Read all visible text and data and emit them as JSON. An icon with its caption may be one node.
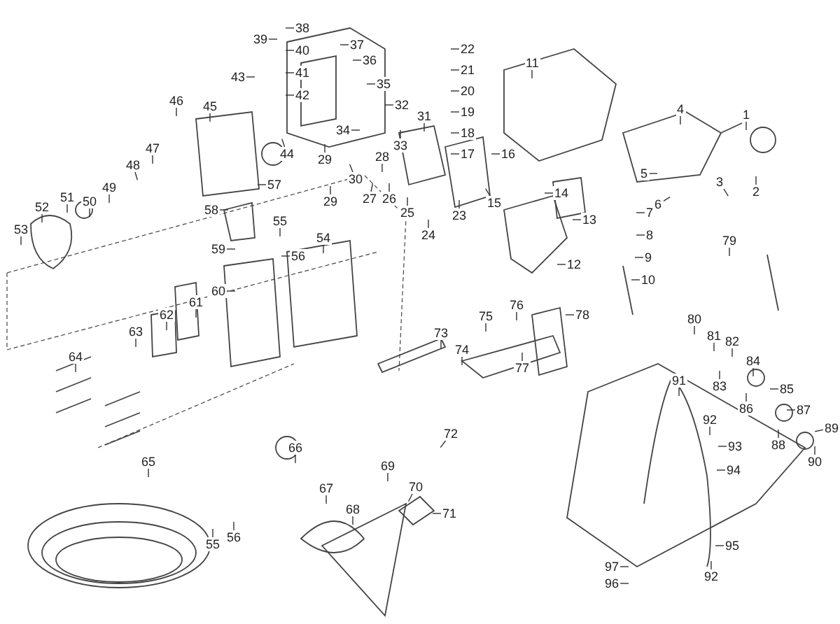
{
  "diagram": {
    "nodes": [
      {
        "text": [
          "1"
        ]
      },
      {
        "text": [
          "2"
        ]
      },
      {
        "text": [
          "3"
        ]
      },
      {
        "text": [
          "4"
        ]
      },
      {
        "text": [
          "5"
        ]
      },
      {
        "text": [
          "6"
        ]
      },
      {
        "text": [
          "7"
        ]
      },
      {
        "text": [
          "8"
        ]
      },
      {
        "text": [
          "9"
        ]
      },
      {
        "text": [
          "10"
        ]
      },
      {
        "text": [
          "11"
        ]
      },
      {
        "text": [
          "12"
        ]
      },
      {
        "text": [
          "13"
        ]
      },
      {
        "text": [
          "14"
        ]
      },
      {
        "text": [
          "15"
        ]
      },
      {
        "text": [
          "16"
        ]
      },
      {
        "text": [
          "17"
        ]
      },
      {
        "text": [
          "18"
        ]
      },
      {
        "text": [
          "19"
        ]
      },
      {
        "text": [
          "20"
        ]
      },
      {
        "text": [
          "21"
        ]
      },
      {
        "text": [
          "22"
        ]
      },
      {
        "text": [
          "23"
        ]
      },
      {
        "text": [
          "24"
        ]
      },
      {
        "text": [
          "25"
        ]
      },
      {
        "text": [
          "26"
        ]
      },
      {
        "text": [
          "27"
        ]
      },
      {
        "text": [
          "28"
        ]
      },
      {
        "text": [
          "29"
        ]
      },
      {
        "text": [
          "30"
        ]
      },
      {
        "text": [
          "31"
        ]
      },
      {
        "text": [
          "32"
        ]
      },
      {
        "text": [
          "33"
        ]
      },
      {
        "text": [
          "34"
        ]
      },
      {
        "text": [
          "35"
        ]
      },
      {
        "text": [
          "36"
        ]
      },
      {
        "text": [
          "37"
        ]
      },
      {
        "text": [
          "38"
        ]
      },
      {
        "text": [
          "39"
        ]
      },
      {
        "text": [
          "40"
        ]
      },
      {
        "text": [
          "41"
        ]
      },
      {
        "text": [
          "42"
        ]
      },
      {
        "text": [
          "43"
        ]
      },
      {
        "text": [
          "44"
        ]
      },
      {
        "text": [
          "45"
        ]
      },
      {
        "text": [
          "46"
        ]
      },
      {
        "text": [
          "47"
        ]
      },
      {
        "text": [
          "48"
        ]
      },
      {
        "text": [
          "49"
        ]
      },
      {
        "text": [
          "50"
        ]
      },
      {
        "text": [
          "51"
        ]
      },
      {
        "text": [
          "52"
        ]
      },
      {
        "text": [
          "53"
        ]
      },
      {
        "text": [
          "54"
        ]
      },
      {
        "text": [
          "55"
        ]
      },
      {
        "text": [
          "56"
        ]
      },
      {
        "text": [
          "57"
        ]
      },
      {
        "text": [
          "58"
        ]
      },
      {
        "text": [
          "59"
        ]
      },
      {
        "text": [
          "60"
        ]
      },
      {
        "text": [
          "61"
        ]
      },
      {
        "text": [
          "62"
        ]
      },
      {
        "text": [
          "63"
        ]
      },
      {
        "text": [
          "64"
        ]
      },
      {
        "text": [
          "65"
        ]
      },
      {
        "text": [
          "66"
        ]
      },
      {
        "text": [
          "67"
        ]
      },
      {
        "text": [
          "68"
        ]
      },
      {
        "text": [
          "69"
        ]
      },
      {
        "text": [
          "70"
        ]
      },
      {
        "text": [
          "71"
        ]
      },
      {
        "text": [
          "72"
        ]
      },
      {
        "text": [
          "73"
        ]
      },
      {
        "text": [
          "74"
        ]
      },
      {
        "text": [
          "75"
        ]
      },
      {
        "text": [
          "76"
        ]
      },
      {
        "text": [
          "77"
        ]
      },
      {
        "text": [
          "78"
        ]
      },
      {
        "text": [
          "79"
        ]
      },
      {
        "text": [
          "80"
        ]
      },
      {
        "text": [
          "81"
        ]
      },
      {
        "text": [
          "82"
        ]
      },
      {
        "text": [
          "83"
        ]
      },
      {
        "text": [
          "84"
        ]
      },
      {
        "text": [
          "85"
        ]
      },
      {
        "text": [
          "86"
        ]
      },
      {
        "text": [
          "87"
        ]
      },
      {
        "text": [
          "88"
        ]
      },
      {
        "text": [
          "89"
        ]
      },
      {
        "text": [
          "90"
        ]
      },
      {
        "text": [
          "91"
        ]
      },
      {
        "text": [
          "92"
        ]
      },
      {
        "text": [
          "93"
        ]
      },
      {
        "text": [
          "94"
        ]
      },
      {
        "text": [
          "95"
        ]
      },
      {
        "text": [
          "96"
        ]
      },
      {
        "text": [
          "97"
        ]
      },
      {
        "text": [
          "29"
        ]
      },
      {
        "text": [
          "55"
        ]
      },
      {
        "text": [
          "56"
        ]
      },
      {
        "text": [
          "92"
        ]
      }
    ],
    "edges": [
      {
        "from": 0,
        "to": null,
        "arrow": "none"
      },
      {
        "from": 1,
        "to": null,
        "arrow": "none"
      },
      {
        "from": 2,
        "to": null,
        "arrow": "none"
      },
      {
        "from": 3,
        "to": null,
        "arrow": "none"
      },
      {
        "from": 4,
        "to": null,
        "arrow": "none"
      },
      {
        "from": 5,
        "to": null,
        "arrow": "none"
      },
      {
        "from": 6,
        "to": null,
        "arrow": "none"
      },
      {
        "from": 7,
        "to": null,
        "arrow": "none"
      },
      {
        "from": 8,
        "to": null,
        "arrow": "none"
      },
      {
        "from": 9,
        "to": null,
        "arrow": "none"
      },
      {
        "from": 10,
        "to": null,
        "arrow": "none"
      },
      {
        "from": 11,
        "to": null,
        "arrow": "none"
      },
      {
        "from": 12,
        "to": null,
        "arrow": "none"
      },
      {
        "from": 13,
        "to": null,
        "arrow": "none"
      },
      {
        "from": 14,
        "to": null,
        "arrow": "none"
      },
      {
        "from": 15,
        "to": null,
        "arrow": "none"
      },
      {
        "from": 16,
        "to": null,
        "arrow": "none"
      },
      {
        "from": 17,
        "to": null,
        "arrow": "none"
      },
      {
        "from": 18,
        "to": null,
        "arrow": "none"
      },
      {
        "from": 19,
        "to": null,
        "arrow": "none"
      },
      {
        "from": 20,
        "to": null,
        "arrow": "none"
      },
      {
        "from": 21,
        "to": null,
        "arrow": "none"
      },
      {
        "from": 22,
        "to": null,
        "arrow": "none"
      },
      {
        "from": 23,
        "to": null,
        "arrow": "none"
      },
      {
        "from": 24,
        "to": null,
        "arrow": "none"
      },
      {
        "from": 25,
        "to": null,
        "arrow": "none"
      },
      {
        "from": 26,
        "to": null,
        "arrow": "none"
      },
      {
        "from": 27,
        "to": null,
        "arrow": "none"
      },
      {
        "from": 28,
        "to": null,
        "arrow": "none"
      },
      {
        "from": 29,
        "to": null,
        "arrow": "none"
      },
      {
        "from": 30,
        "to": null,
        "arrow": "none"
      },
      {
        "from": 31,
        "to": null,
        "arrow": "none"
      },
      {
        "from": 32,
        "to": null,
        "arrow": "none"
      },
      {
        "from": 33,
        "to": null,
        "arrow": "none"
      },
      {
        "from": 34,
        "to": null,
        "arrow": "none"
      },
      {
        "from": 35,
        "to": null,
        "arrow": "none"
      },
      {
        "from": 36,
        "to": null,
        "arrow": "none"
      },
      {
        "from": 37,
        "to": null,
        "arrow": "none"
      },
      {
        "from": 38,
        "to": null,
        "arrow": "none"
      },
      {
        "from": 39,
        "to": null,
        "arrow": "none"
      },
      {
        "from": 40,
        "to": null,
        "arrow": "none"
      },
      {
        "from": 41,
        "to": null,
        "arrow": "none"
      },
      {
        "from": 42,
        "to": null,
        "arrow": "none"
      },
      {
        "from": 43,
        "to": null,
        "arrow": "none"
      },
      {
        "from": 44,
        "to": null,
        "arrow": "none"
      },
      {
        "from": 45,
        "to": null,
        "arrow": "none"
      },
      {
        "from": 46,
        "to": null,
        "arrow": "none"
      },
      {
        "from": 47,
        "to": null,
        "arrow": "none"
      },
      {
        "from": 48,
        "to": null,
        "arrow": "none"
      },
      {
        "from": 49,
        "to": null,
        "arrow": "none"
      },
      {
        "from": 50,
        "to": null,
        "arrow": "none"
      },
      {
        "from": 51,
        "to": null,
        "arrow": "none"
      },
      {
        "from": 52,
        "to": null,
        "arrow": "none"
      },
      {
        "from": 53,
        "to": null,
        "arrow": "none"
      },
      {
        "from": 54,
        "to": null,
        "arrow": "none"
      },
      {
        "from": 55,
        "to": null,
        "arrow": "none"
      },
      {
        "from": 56,
        "to": null,
        "arrow": "none"
      },
      {
        "from": 57,
        "to": null,
        "arrow": "none"
      },
      {
        "from": 58,
        "to": null,
        "arrow": "none"
      },
      {
        "from": 59,
        "to": null,
        "arrow": "none"
      },
      {
        "from": 60,
        "to": null,
        "arrow": "none"
      },
      {
        "from": 61,
        "to": null,
        "arrow": "none"
      },
      {
        "from": 62,
        "to": null,
        "arrow": "none"
      },
      {
        "from": 63,
        "to": null,
        "arrow": "none"
      },
      {
        "from": 64,
        "to": null,
        "arrow": "none"
      },
      {
        "from": 65,
        "to": null,
        "arrow": "none"
      },
      {
        "from": 66,
        "to": null,
        "arrow": "none"
      },
      {
        "from": 67,
        "to": null,
        "arrow": "none"
      },
      {
        "from": 68,
        "to": null,
        "arrow": "none"
      },
      {
        "from": 69,
        "to": null,
        "arrow": "none"
      },
      {
        "from": 70,
        "to": null,
        "arrow": "none"
      },
      {
        "from": 71,
        "to": null,
        "arrow": "none"
      },
      {
        "from": 72,
        "to": null,
        "arrow": "none"
      },
      {
        "from": 73,
        "to": null,
        "arrow": "none"
      },
      {
        "from": 74,
        "to": null,
        "arrow": "none"
      },
      {
        "from": 75,
        "to": null,
        "arrow": "none"
      },
      {
        "from": 76,
        "to": null,
        "arrow": "none"
      },
      {
        "from": 77,
        "to": null,
        "arrow": "none"
      },
      {
        "from": 78,
        "to": null,
        "arrow": "none"
      },
      {
        "from": 79,
        "to": null,
        "arrow": "none"
      },
      {
        "from": 80,
        "to": null,
        "arrow": "none"
      },
      {
        "from": 81,
        "to": null,
        "arrow": "none"
      },
      {
        "from": 82,
        "to": null,
        "arrow": "none"
      },
      {
        "from": 83,
        "to": null,
        "arrow": "none"
      },
      {
        "from": 84,
        "to": null,
        "arrow": "none"
      },
      {
        "from": 85,
        "to": null,
        "arrow": "none"
      },
      {
        "from": 86,
        "to": null,
        "arrow": "none"
      },
      {
        "from": 87,
        "to": null,
        "arrow": "none"
      },
      {
        "from": 88,
        "to": null,
        "arrow": "none"
      },
      {
        "from": 89,
        "to": null,
        "arrow": "none"
      },
      {
        "from": 90,
        "to": null,
        "arrow": "none"
      },
      {
        "from": 91,
        "to": null,
        "arrow": "none"
      },
      {
        "from": 92,
        "to": null,
        "arrow": "none"
      },
      {
        "from": 93,
        "to": null,
        "arrow": "none"
      },
      {
        "from": 94,
        "to": null,
        "arrow": "none"
      },
      {
        "from": 95,
        "to": null,
        "arrow": "none"
      },
      {
        "from": 96,
        "to": null,
        "arrow": "none"
      },
      {
        "from": 97,
        "to": null,
        "arrow": "none"
      },
      {
        "from": 98,
        "to": null,
        "arrow": "none"
      },
      {
        "from": 99,
        "to": null,
        "arrow": "none"
      },
      {
        "from": 100,
        "to": null,
        "arrow": "none"
      }
    ]
  }
}
